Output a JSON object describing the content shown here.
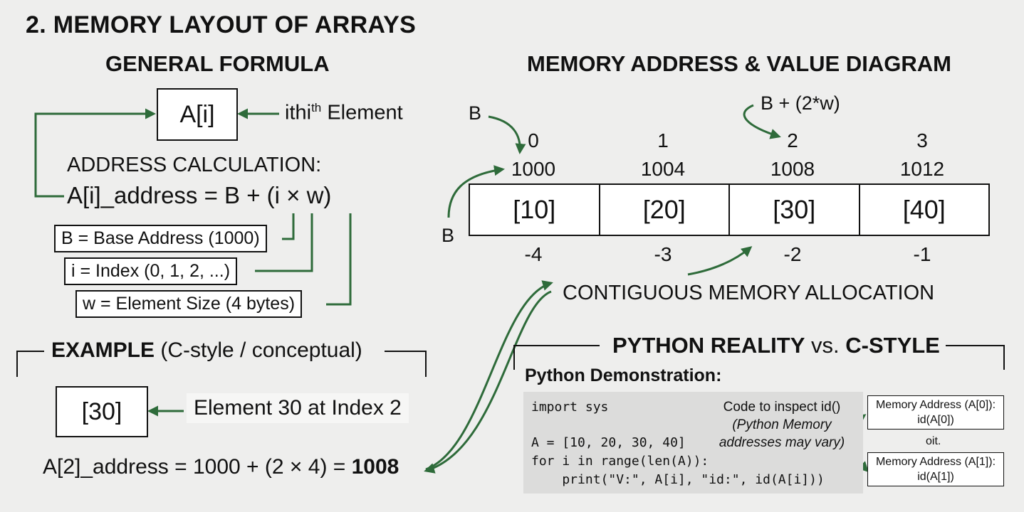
{
  "title": "2. MEMORY LAYOUT OF ARRAYS",
  "general": {
    "heading": "GENERAL FORMULA",
    "element_box": "A[i]",
    "ith_label": "ithi",
    "ith_sup": "th",
    "ith_suffix": " Element",
    "address_calc_label": "ADDRESS CALCULATION:",
    "formula": "A[i]_address = B + (i × w)",
    "variables": [
      "B = Base Address (1000)",
      "i = Index (0, 1, 2, ...)",
      "w = Element Size (4 bytes)"
    ]
  },
  "example": {
    "title_bold": "EXAMPLE",
    "title_rest": " (C-style / conceptual)",
    "box_value": "[30]",
    "label": "Element 30 at Index 2",
    "formula_prefix": "A[2]_address = 1000 + (2 × 4) = ",
    "formula_result": "1008"
  },
  "diagram": {
    "heading": "MEMORY ADDRESS & VALUE DIAGRAM",
    "b_top": "B",
    "b_left": "B",
    "offset_label": "B + (2*w)",
    "indices": [
      "0",
      "1",
      "2",
      "3"
    ],
    "addresses": [
      "1000",
      "1004",
      "1008",
      "1012"
    ],
    "values": [
      "[10]",
      "[20]",
      "[30]",
      "[40]"
    ],
    "negative_indices": [
      "-4",
      "-3",
      "-2",
      "-1"
    ],
    "contiguous_label": "CONTIGUOUS MEMORY ALLOCATION"
  },
  "python": {
    "title_bold1": "PYTHON REALITY",
    "title_mid": " vs. ",
    "title_bold2": "C-STYLE",
    "demo_label": "Python Demonstration:",
    "code_lines": [
      "import sys",
      "",
      "A = [10, 20, 30, 40]",
      "for i in range(len(A)):",
      "    print(\"V:\", A[i], \"id:\", id(A[i]))"
    ],
    "note_line1": "Code to inspect id()",
    "note_line2": "(Python Memory",
    "note_line3": "addresses may vary)",
    "mem_box1_line1": "Memory Address (A[0]):",
    "mem_box1_line2": "id(A[0])",
    "oit": "oit.",
    "mem_box2_line1": "Memory Address (A[1]):",
    "mem_box2_line2": "id(A[1])"
  },
  "colors": {
    "arrow": "#2e6b3a",
    "background": "#eeeeed",
    "code_panel": "#dcdcdb"
  }
}
